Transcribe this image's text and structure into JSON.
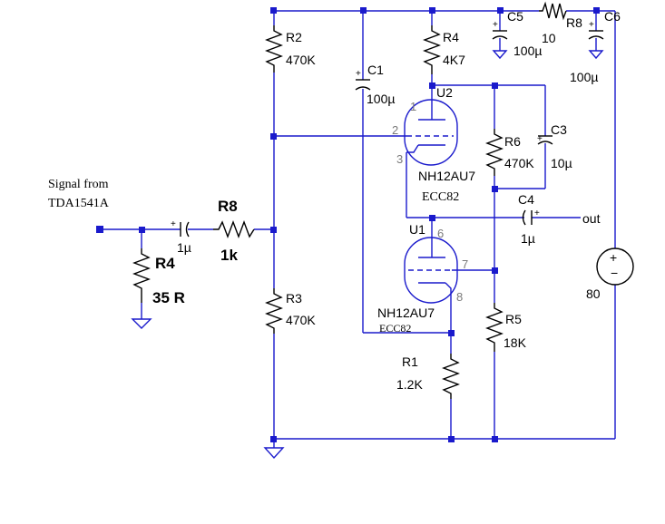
{
  "source_label": {
    "line1": "Signal from",
    "line2": "TDA1541A"
  },
  "output_label": "out",
  "components": {
    "R2": {
      "name": "R2",
      "value": "470K"
    },
    "R3": {
      "name": "R3",
      "value": "470K"
    },
    "R4": {
      "name": "R4",
      "value": "4K7"
    },
    "R4_in": {
      "name": "R4",
      "value": "35 R"
    },
    "R8_in": {
      "name": "R8",
      "value": "1k"
    },
    "R8_supply": {
      "name": "R8",
      "value": "10"
    },
    "R6": {
      "name": "R6",
      "value": "470K"
    },
    "R5": {
      "name": "R5",
      "value": "18K"
    },
    "R1": {
      "name": "R1",
      "value": "1.2K"
    },
    "C1": {
      "name": "C1",
      "value": "100µ"
    },
    "C3": {
      "name": "C3",
      "value": "10µ"
    },
    "C4": {
      "name": "C4",
      "value": "1µ"
    },
    "C5": {
      "name": "C5",
      "value": "100µ"
    },
    "C6": {
      "name": "C6",
      "value": "100µ"
    },
    "C_in": {
      "value": "1µ"
    },
    "U2": {
      "name": "U2",
      "part": "NH12AU7",
      "alt": "ECC82",
      "pins": [
        "1",
        "2",
        "3"
      ]
    },
    "U1": {
      "name": "U1",
      "part": "NH12AU7",
      "alt": "ECC82",
      "pins": [
        "6",
        "7",
        "8"
      ]
    },
    "V1": {
      "value": "80"
    }
  },
  "polarity": {
    "plus": "+",
    "minus": "−"
  },
  "colors": {
    "wire": "#1a1acc",
    "component": "#000000",
    "pin_number": "#7a7a7a"
  }
}
